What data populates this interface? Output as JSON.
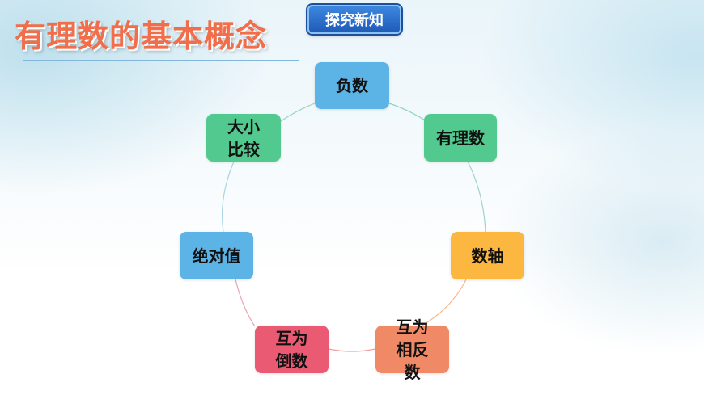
{
  "header": {
    "title": "有理数的基本概念",
    "badge": "探究新知"
  },
  "cycle": {
    "nodes": [
      {
        "id": "fu-shu",
        "label": "负数",
        "color": "#5cb3e6"
      },
      {
        "id": "you-li-shu",
        "label": "有理数",
        "color": "#52c98f"
      },
      {
        "id": "shu-zhou",
        "label": "数轴",
        "color": "#fbb740"
      },
      {
        "id": "hu-wei-xiang-fan-shu",
        "label": "互为相反数",
        "color": "#f08a66"
      },
      {
        "id": "hu-wei-dao-shu",
        "label": "互为倒数",
        "color": "#ea5a73"
      },
      {
        "id": "jue-dui-zhi",
        "label": "绝对值",
        "color": "#5cb3e6"
      },
      {
        "id": "da-xiao-bi-jiao",
        "label": "大小比较",
        "color": "#52c98f"
      }
    ]
  }
}
